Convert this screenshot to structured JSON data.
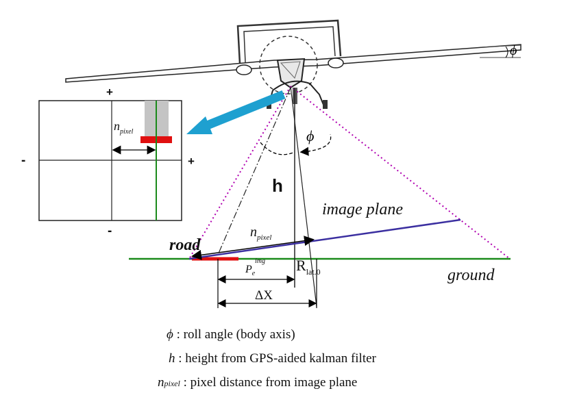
{
  "figure": {
    "roll_symbol": "ϕ",
    "height_symbol": "h",
    "image_plane_label": "image plane",
    "road_label": "road",
    "ground_label": "ground",
    "npixel": {
      "base": "n",
      "sub": "pixel"
    },
    "p_image": {
      "base": "P",
      "sub": "e",
      "sup": "img"
    },
    "r_lat": {
      "base": "R",
      "sub": "lat.0"
    },
    "delta_x": "ΔX",
    "axis_signs": {
      "top": "+",
      "bottom": "-",
      "left": "-",
      "right": "+"
    },
    "colors": {
      "image_plane_line": "#3b2fa0",
      "ground_line": "#1a8a1a",
      "road_marker": "#e01010",
      "fov_dots": "#b000b0",
      "camera_arrow": "#1ea0d0"
    }
  },
  "legend": [
    {
      "symbol": "ϕ",
      "text": ": roll angle (body axis)"
    },
    {
      "symbol": "h",
      "text": ": height from GPS-aided kalman filter"
    },
    {
      "symbol": "n",
      "symbol_sub": "pixel",
      "text": ": pixel distance from image plane"
    }
  ]
}
